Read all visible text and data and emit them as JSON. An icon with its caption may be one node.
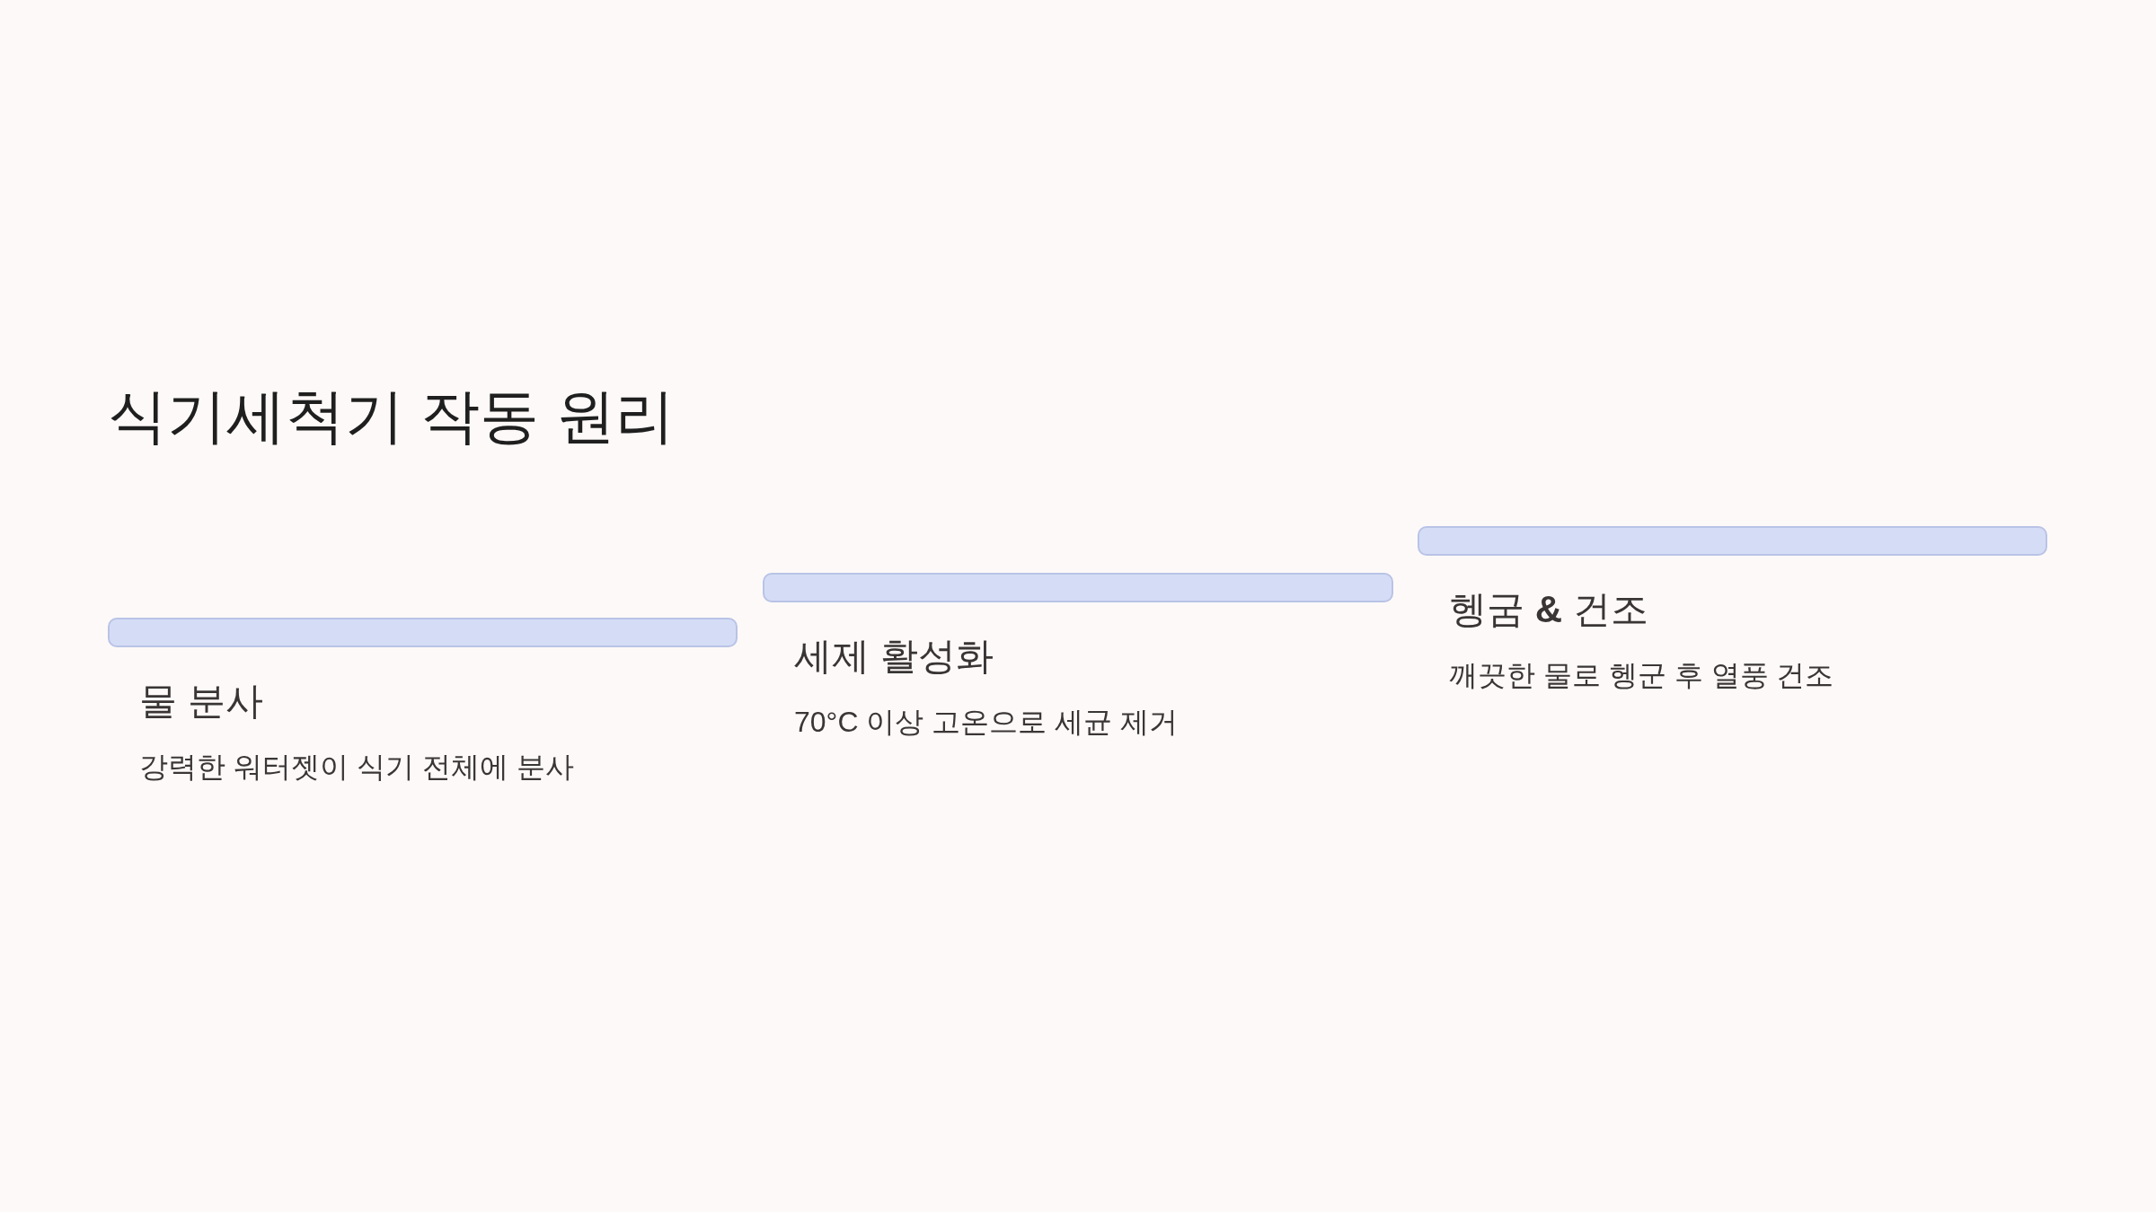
{
  "diagram": {
    "title": "식기세척기 작동 원리",
    "nodes": [
      {
        "text": [
          "물 분사",
          "강력한 워터젯이 식기 전체에 분사"
        ]
      },
      {
        "text": [
          "세제 활성화",
          "70°C 이상 고온으로 세균 제거"
        ]
      },
      {
        "text": [
          "헹굼 **&** 건조",
          "깨끗한 물로 헹군 후 열풍 건조"
        ]
      }
    ]
  }
}
